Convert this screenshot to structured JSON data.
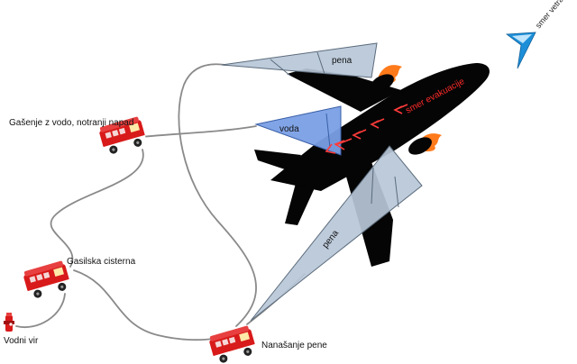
{
  "labels": {
    "truck_water": "Gašenje z vodo, notranji napad",
    "truck_tanker": "Gasilska cisterna",
    "truck_foam": "Nanašanje pene",
    "hydrant": "Vodni vir",
    "wind": "smer vetra",
    "evacuation": "smer evakuacije",
    "foam_top": "pena",
    "foam_bottom": "pena",
    "water": "voda"
  },
  "colors": {
    "foam_fill": "#b7c7d8",
    "water_fill": "#7a9fe6",
    "aircraft": "#050505",
    "truck_red": "#d81a1a",
    "arrow_red": "#ff3a3a",
    "wind_arrow": "#1d8fd8",
    "flame": "#ff7a1a"
  }
}
